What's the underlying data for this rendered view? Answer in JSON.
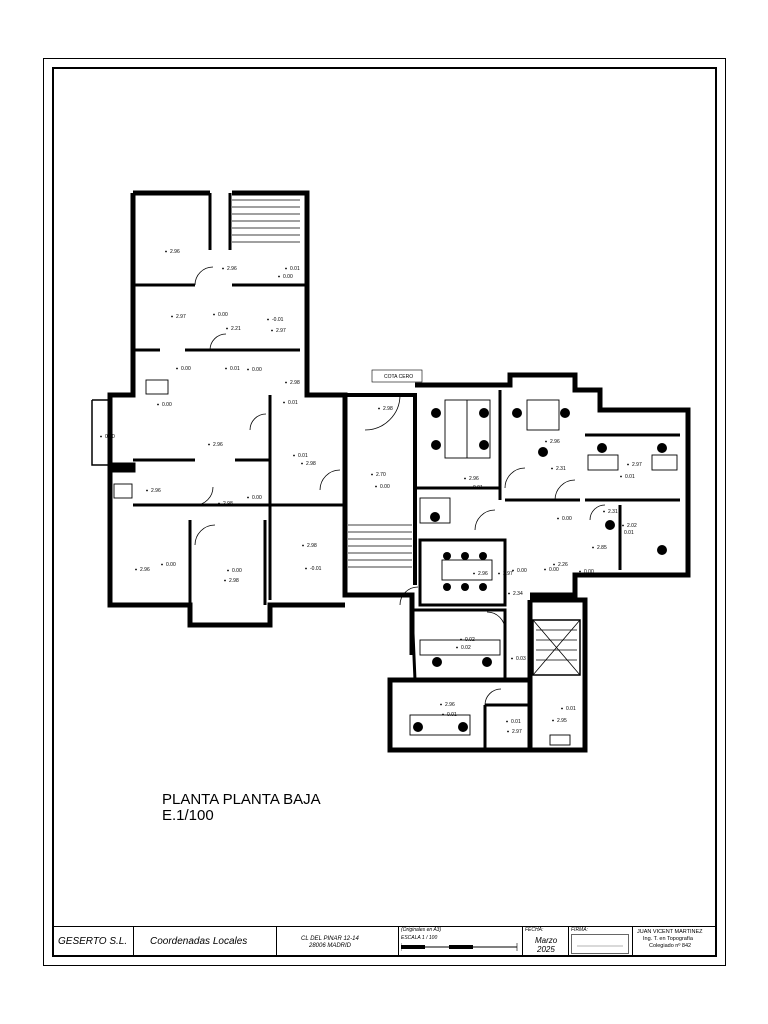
{
  "plan": {
    "title": "PLANTA  PLANTA BAJA",
    "scale": "E.1/100",
    "cota_cero": "COTA CERO",
    "elevations": [
      "2.96",
      "2.96",
      "0.01",
      "0.00",
      "2.97",
      "0.00",
      "2.21",
      "-0.01",
      "2.97",
      "0.01",
      "2.96",
      "0.00",
      "2.98",
      "0.01",
      "0.00",
      "2.96",
      "0.00",
      "0.00",
      "2.98",
      "0.01",
      "2.98",
      "0.00",
      "2.98",
      "2.96",
      "0.00",
      "0.00",
      "2.98",
      "-0.01",
      "2.98",
      "2.96",
      "0.01",
      "2.96",
      "0.02",
      "0.02",
      "2.97",
      "0.03",
      "2.70",
      "0.00",
      "0.00",
      "2.31",
      "2.96",
      "0.00",
      "0.00",
      "2.34",
      "2.26",
      "0.00",
      "2.31",
      "2.02",
      "0.01",
      "2.85",
      "2.97",
      "0.01",
      "2.96",
      "0.01",
      "0.01",
      "2.97",
      "0.01",
      "2.95"
    ]
  },
  "title_block": {
    "company": "GESERTO S.L.",
    "coords": "Coordenadas Locales",
    "address_line1": "CL DEL PINAR 12-14",
    "address_line2": "28006 MADRID",
    "originals": "(Originales en A3)",
    "escala": "ESCALA 1 / 100",
    "fecha_label": "FECHA:",
    "fecha_month": "Marzo",
    "fecha_year": "2025",
    "firma_label": "FIRMA:",
    "author_name": "JUAN VICENT MARTINEZ",
    "author_title": "Ing. T. en Topografía",
    "author_reg": "Colegiado nº 842"
  }
}
